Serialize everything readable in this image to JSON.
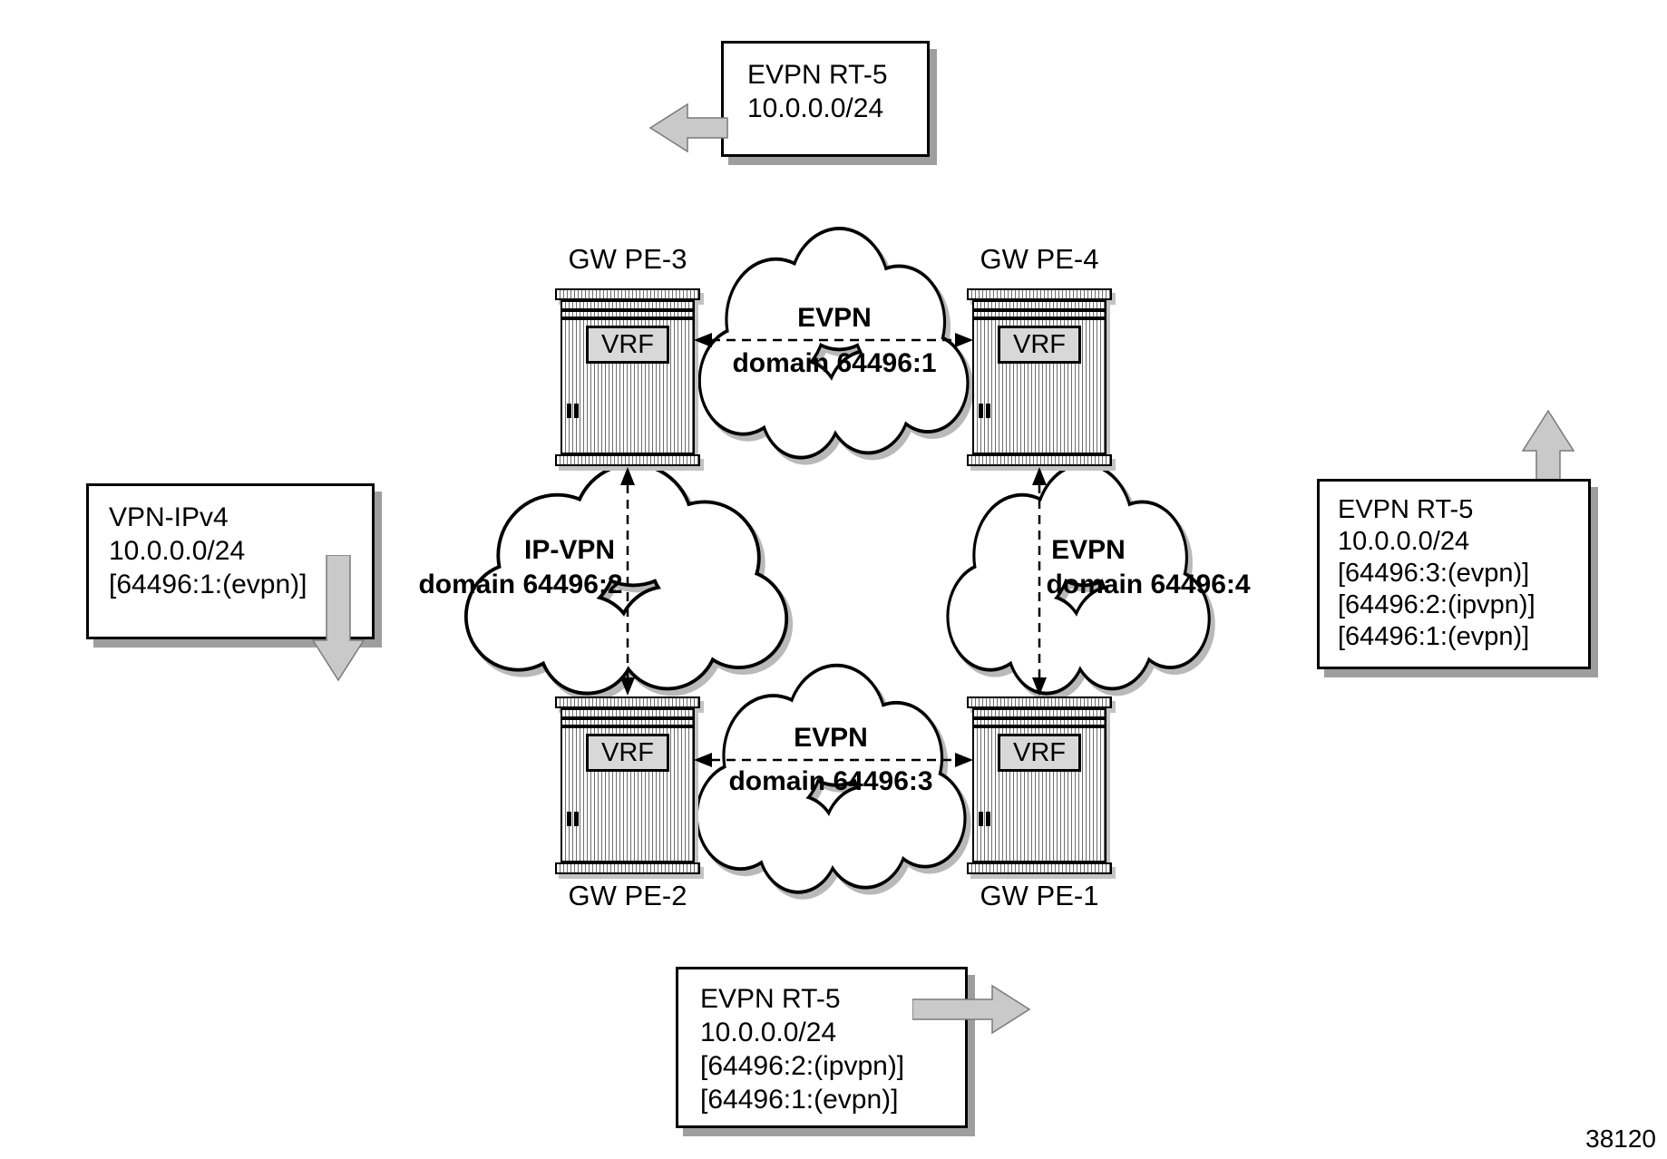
{
  "figure": {
    "number": "38120"
  },
  "routers": {
    "pe3": {
      "label": "GW PE-3",
      "vrf": "VRF"
    },
    "pe4": {
      "label": "GW PE-4",
      "vrf": "VRF"
    },
    "pe2": {
      "label": "GW PE-2",
      "vrf": "VRF"
    },
    "pe1": {
      "label": "GW PE-1",
      "vrf": "VRF"
    }
  },
  "clouds": {
    "top": {
      "name": "EVPN",
      "domain": "domain 64496:1"
    },
    "left": {
      "name": "IP-VPN",
      "domain": "domain 64496:2"
    },
    "bottom": {
      "name": "EVPN",
      "domain": "domain 64496:3"
    },
    "right": {
      "name": "EVPN",
      "domain": "domain 64496:4"
    }
  },
  "callouts": {
    "top": {
      "lines": [
        "EVPN RT-5",
        "10.0.0.0/24"
      ]
    },
    "left": {
      "lines": [
        "VPN-IPv4",
        "10.0.0.0/24",
        "[64496:1:(evpn)]"
      ]
    },
    "right": {
      "lines": [
        "EVPN RT-5",
        "10.0.0.0/24",
        "[64496:3:(evpn)]",
        "[64496:2:(ipvpn)]",
        "[64496:1:(evpn)]"
      ]
    },
    "bottom": {
      "lines": [
        "EVPN RT-5",
        "10.0.0.0/24",
        "[64496:2:(ipvpn)]",
        "[64496:1:(evpn)]"
      ]
    }
  },
  "colors": {
    "arrow_fill": "#c9c9c9",
    "arrow_edge": "#7a7a7a",
    "box_shadow": "#9e9e9e",
    "vrf_fill": "#d8d8d8",
    "line_color": "#000000"
  }
}
